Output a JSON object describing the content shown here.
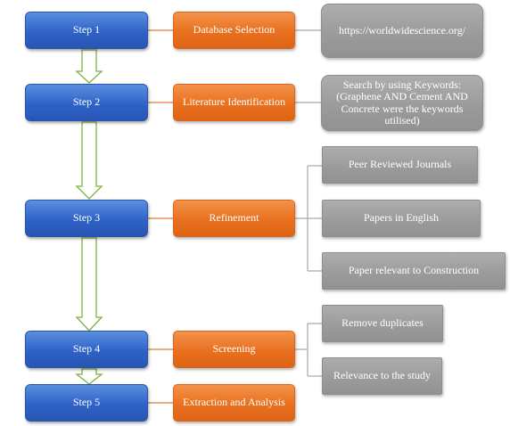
{
  "steps": [
    {
      "label": "Step 1",
      "stage": "Database Selection",
      "details": [
        "https://worldwidescience.org/"
      ]
    },
    {
      "label": "Step 2",
      "stage": "Literature Identification",
      "details": [
        "Search by using Keywords: (Graphene AND Cement AND Concrete were the keywords utilised)"
      ]
    },
    {
      "label": "Step 3",
      "stage": "Refinement",
      "details": [
        "Peer Reviewed Journals",
        "Papers in English",
        "Paper relevant to Construction"
      ]
    },
    {
      "label": "Step 4",
      "stage": "Screening",
      "details": [
        "Remove duplicates",
        "Relevance to the study"
      ]
    },
    {
      "label": "Step 5",
      "stage": "Extraction and Analysis",
      "details": []
    }
  ],
  "colors": {
    "step": "#3566c9",
    "stage": "#e8701f",
    "detail": "#9d9d9d",
    "connector": "#e07a3a",
    "tree": "#a6a6a6",
    "arrow_outline": "#7cb342"
  }
}
